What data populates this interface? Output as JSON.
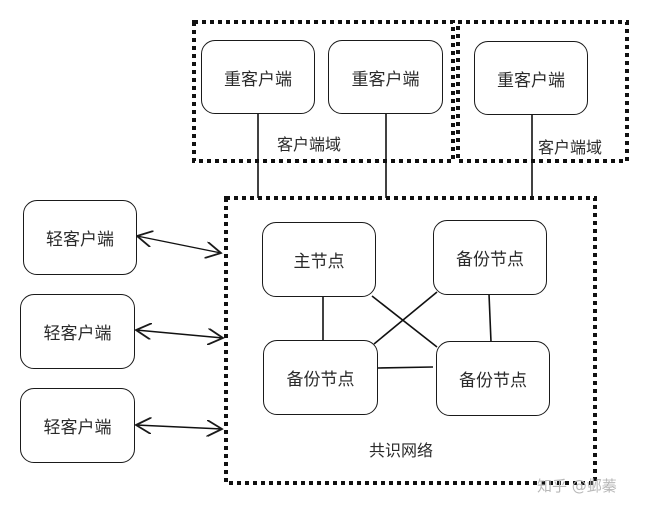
{
  "client_domains": [
    {
      "label": "客户端域",
      "clients": [
        "重客户端",
        "重客户端"
      ]
    },
    {
      "label": "客户端域",
      "clients": [
        "重客户端"
      ]
    }
  ],
  "light_clients": [
    "轻客户端",
    "轻客户端",
    "轻客户端"
  ],
  "consensus_network": {
    "label": "共识网络",
    "nodes": [
      "主节点",
      "备份节点",
      "备份节点",
      "备份节点"
    ]
  },
  "watermark": "知乎 @邺蓁"
}
